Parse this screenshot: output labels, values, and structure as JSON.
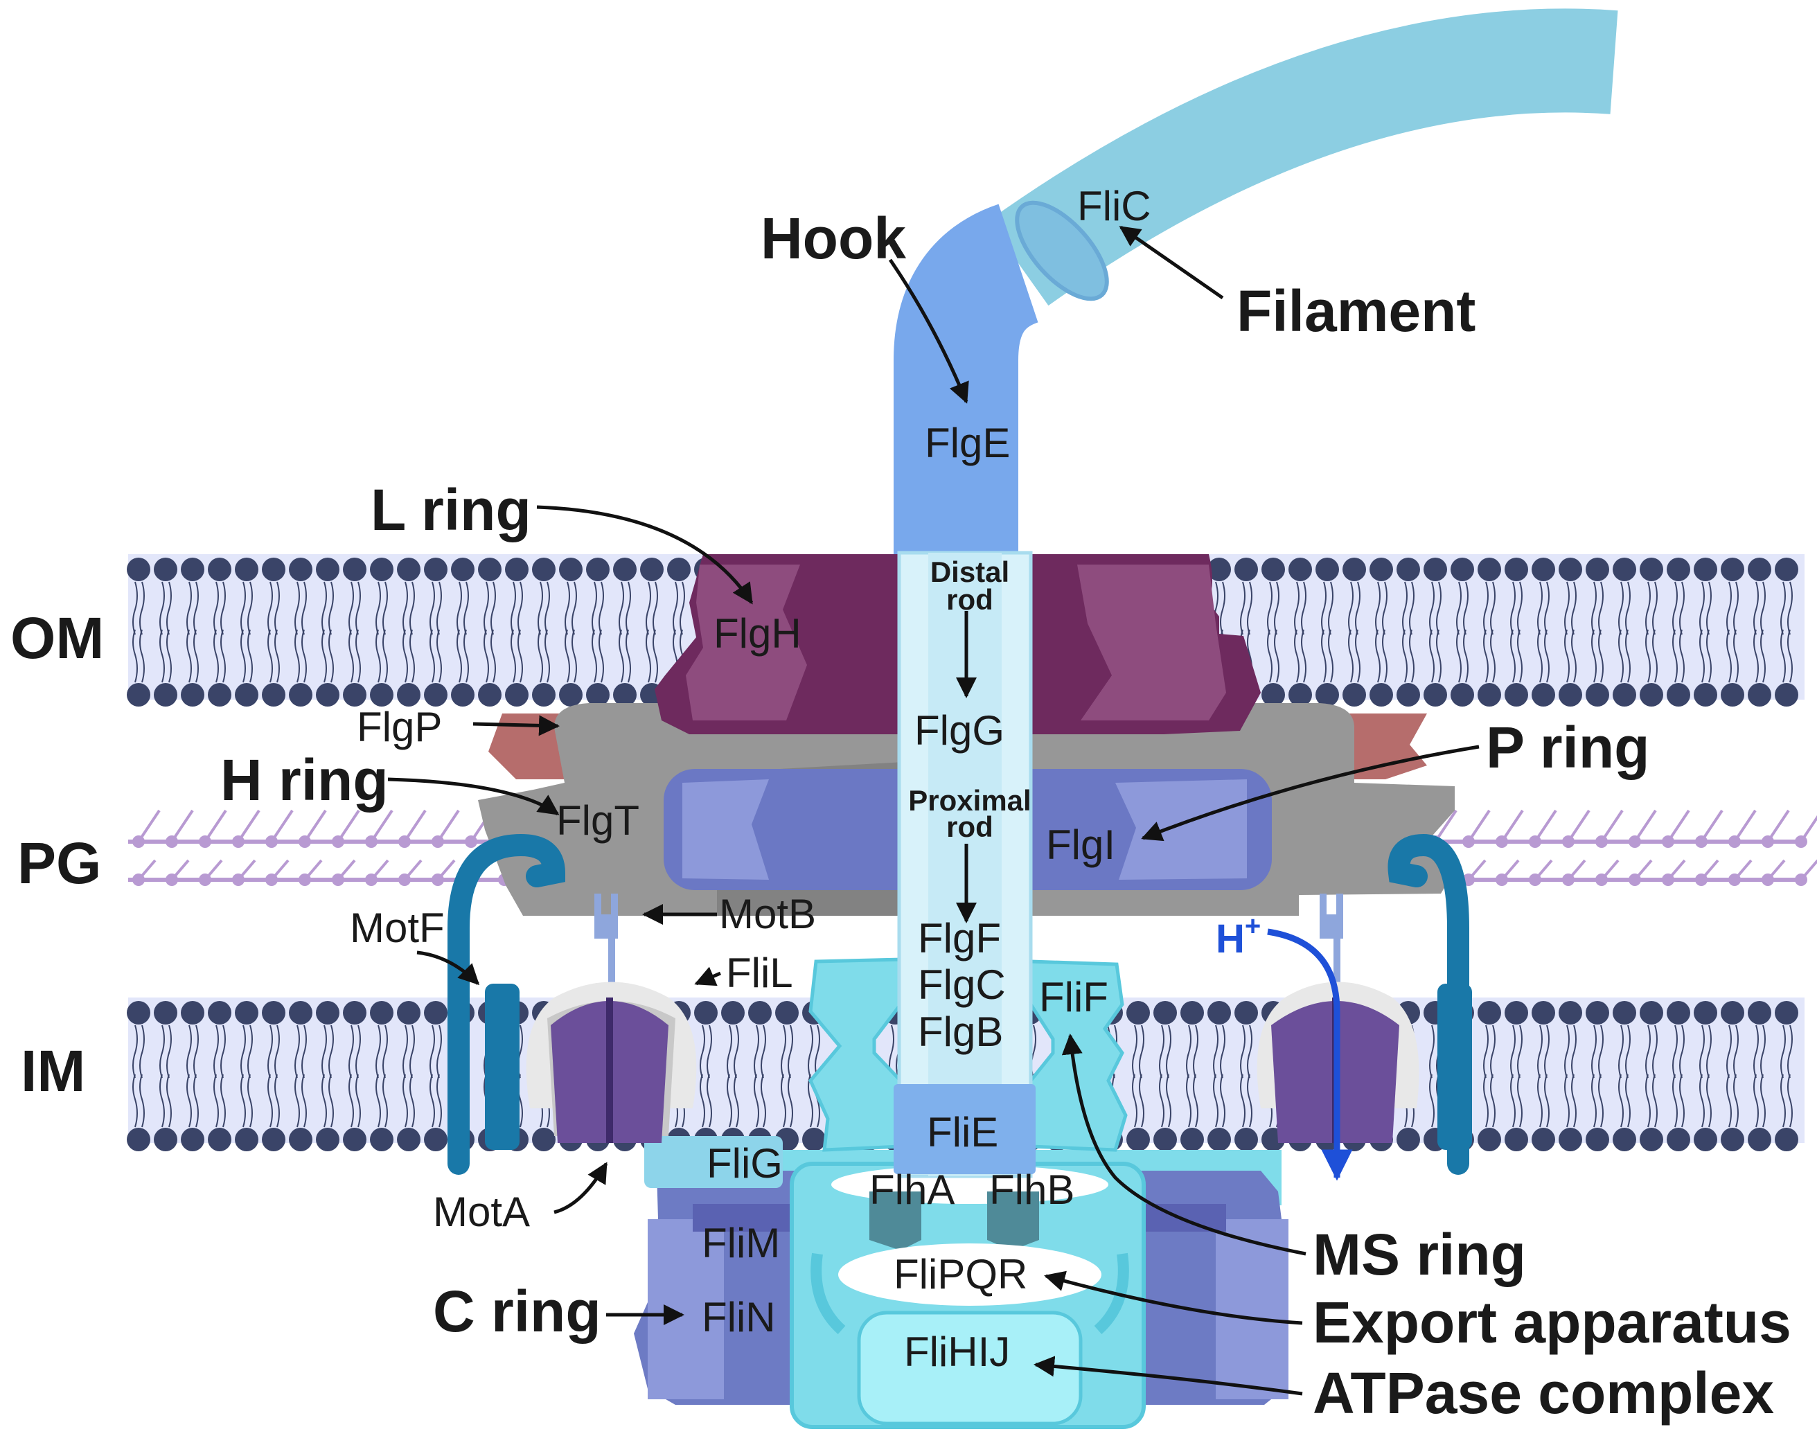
{
  "layers": {
    "om": "OM",
    "pg": "PG",
    "im": "IM"
  },
  "structures": {
    "hook": "Hook",
    "filament": "Filament",
    "l_ring": "L ring",
    "h_ring": "H ring",
    "p_ring": "P ring",
    "c_ring": "C ring",
    "ms_ring": "MS ring",
    "export_apparatus": "Export apparatus",
    "atpase_complex": "ATPase complex"
  },
  "rod": {
    "distal_line1": "Distal",
    "distal_line2": "rod",
    "proximal_line1": "Proximal",
    "proximal_line2": "rod"
  },
  "proteins": {
    "flic": "FliC",
    "flge": "FlgE",
    "flgh": "FlgH",
    "flgg": "FlgG",
    "flgp": "FlgP",
    "flgt": "FlgT",
    "flgi": "FlgI",
    "flgf": "FlgF",
    "flgc": "FlgC",
    "flgb": "FlgB",
    "flif": "FliF",
    "flie": "FliE",
    "flig": "FliG",
    "flha": "FlhA",
    "flhb": "FlhB",
    "flim": "FliM",
    "flipqr": "FliPQR",
    "flin": "FliN",
    "flihij": "FliHIJ",
    "motf": "MotF",
    "motb": "MotB",
    "flil": "FliL",
    "mota": "MotA"
  },
  "proton": {
    "base": "H",
    "sup": "+"
  },
  "colors": {
    "membrane_bg": "#e2e6fa",
    "lipid_head": "#3a4468",
    "hook": "#78a8ec",
    "filament": "#8ccee2",
    "l_ring": "#6e2a5e",
    "h_ring": "#979797",
    "flgp": "#b66d6c",
    "p_ring": "#6b78c4",
    "rod": "#d8f2fa",
    "ms_ring": "#7fdcea",
    "c_ring": "#6d7bc4",
    "stator": "#6b4f9a",
    "motf": "#1978a8",
    "motb": "#8ea6dc",
    "pg_strand": "#b89ad2",
    "proton": "#1e50d8"
  }
}
